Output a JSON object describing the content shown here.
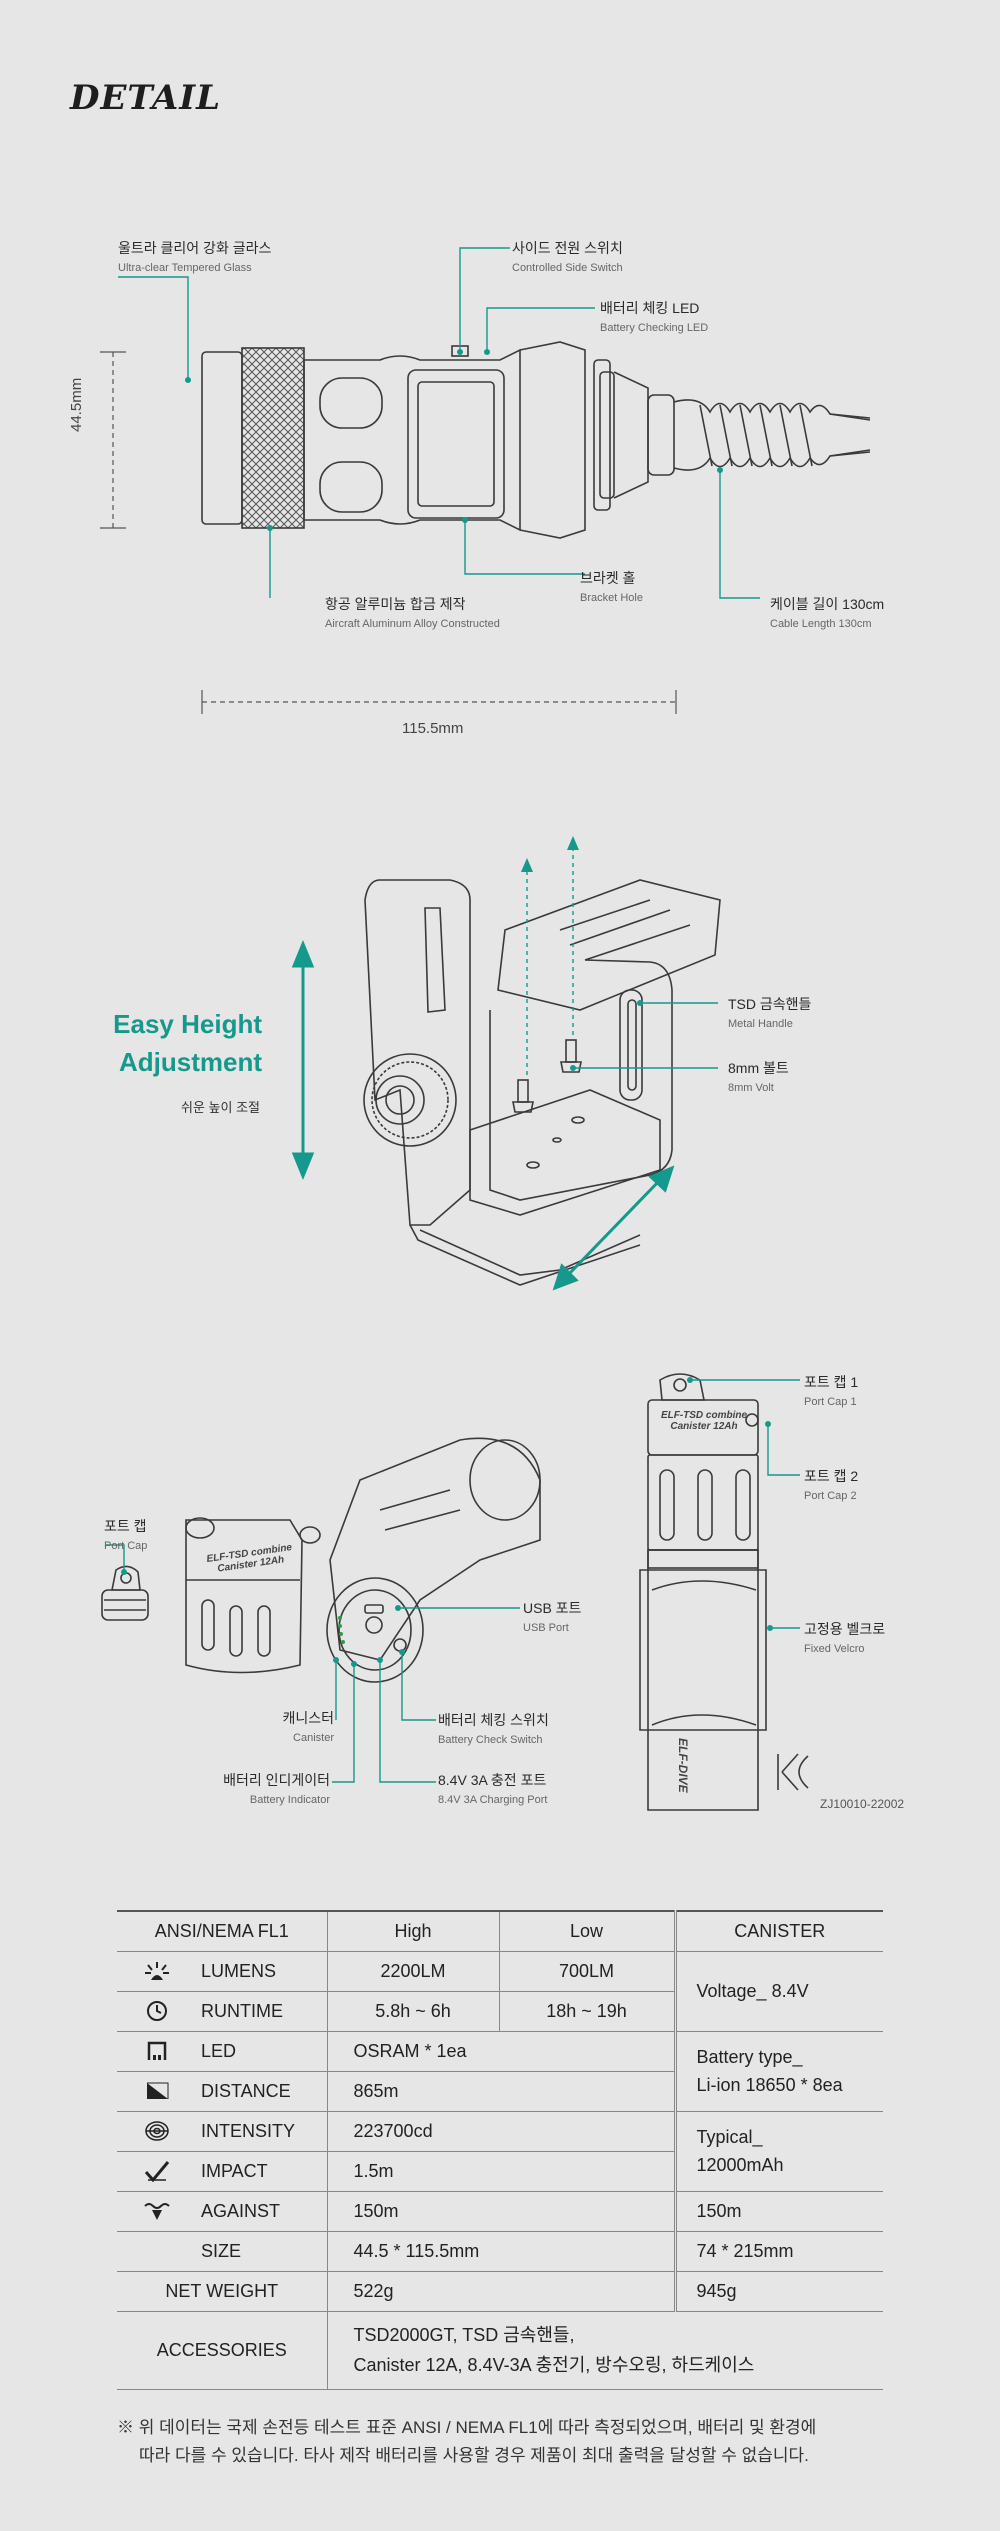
{
  "page_title": "DETAIL",
  "section1": {
    "labels": {
      "glass": {
        "ko": "울트라 클리어 강화 글라스",
        "en": "Ultra-clear Tempered Glass"
      },
      "switch": {
        "ko": "사이드 전원 스위치",
        "en": "Controlled Side Switch"
      },
      "led": {
        "ko": "배터리 체킹 LED",
        "en": "Battery Checking LED"
      },
      "alloy": {
        "ko": "항공 알루미늄 합금 제작",
        "en": "Aircraft Aluminum Alloy Constructed"
      },
      "bracket": {
        "ko": "브라켓 홀",
        "en": "Bracket Hole"
      },
      "cable": {
        "ko": "케이블 길이 130cm",
        "en": "Cable Length 130cm"
      }
    },
    "height_dim": "44.5mm",
    "length_dim": "115.5mm"
  },
  "section2": {
    "title_line1": "Easy Height",
    "title_line2": "Adjustment",
    "subtitle": "쉬운 높이 조절",
    "labels": {
      "handle": {
        "ko": "TSD 금속핸들",
        "en": "Metal Handle"
      },
      "volt": {
        "ko": "8mm 볼트",
        "en": "8mm Volt"
      }
    }
  },
  "section3": {
    "canister_print": [
      "ELF-TSD combine",
      "Canister 12Ah"
    ],
    "brand_print": "ELF-DIVE",
    "labels": {
      "port_cap": {
        "ko": "포트 캡",
        "en": "Port Cap"
      },
      "usb": {
        "ko": "USB 포트",
        "en": "USB Port"
      },
      "canister": {
        "ko": "캐니스터",
        "en": "Canister"
      },
      "check_switch": {
        "ko": "배터리 체킹 스위치",
        "en": "Battery Check Switch"
      },
      "indicator": {
        "ko": "배터리 인디게이터",
        "en": "Battery Indicator"
      },
      "charging": {
        "ko": "8.4V 3A 충전 포트",
        "en": "8.4V 3A Charging Port"
      },
      "port_cap1": {
        "ko": "포트 캡 1",
        "en": "Port Cap 1"
      },
      "port_cap2": {
        "ko": "포트 캡 2",
        "en": "Port Cap 2"
      },
      "velcro": {
        "ko": "고정용 벨크로",
        "en": "Fixed Velcro"
      }
    },
    "kc_code": "ZJ10010-22002"
  },
  "specs": {
    "header": {
      "std": "ANSI/NEMA FL1",
      "high": "High",
      "low": "Low",
      "canister": "CANISTER"
    },
    "rows": [
      {
        "icon": "lumens-icon",
        "name": "LUMENS",
        "high": "2200LM",
        "low": "700LM"
      },
      {
        "icon": "runtime-icon",
        "name": "RUNTIME",
        "high": "5.8h ~ 6h",
        "low": "18h ~ 19h"
      },
      {
        "icon": "led-icon",
        "name": "LED",
        "value": "OSRAM * 1ea"
      },
      {
        "icon": "distance-icon",
        "name": "DISTANCE",
        "value": "865m"
      },
      {
        "icon": "intensity-icon",
        "name": "INTENSITY",
        "value": "223700cd"
      },
      {
        "icon": "impact-icon",
        "name": "IMPACT",
        "value": "1.5m"
      },
      {
        "icon": "against-icon",
        "name": "AGAINST",
        "value": "150m",
        "canister": "150m"
      },
      {
        "name": "SIZE",
        "value": "44.5 * 115.5mm",
        "canister": "74 * 215mm"
      },
      {
        "name": "NET WEIGHT",
        "value": "522g",
        "canister": "945g"
      }
    ],
    "canister_voltage_label": "Voltage_",
    "canister_voltage": "8.4V",
    "canister_battery_label": "Battery type_",
    "canister_battery": "Li-ion 18650 * 8ea",
    "canister_typical_label": "Typical_",
    "canister_typical": "12000mAh",
    "accessories_label": "ACCESSORIES",
    "accessories_line1": "TSD2000GT, TSD 금속핸들,",
    "accessories_line2": "Canister 12A, 8.4V-3A 충전기, 방수오링, 하드케이스"
  },
  "note": {
    "line1": "※ 위 데이터는 국제 손전등 테스트 표준 ANSI / NEMA FL1에 따라 측정되었으며, 배터리 및 환경에",
    "line2": "따라 다를 수 있습니다. 타사 제작 배터리를 사용할 경우 제품이 최대 출력을 달성할 수 없습니다."
  },
  "colors": {
    "accent": "#14998c",
    "background": "#e6e6e6"
  }
}
